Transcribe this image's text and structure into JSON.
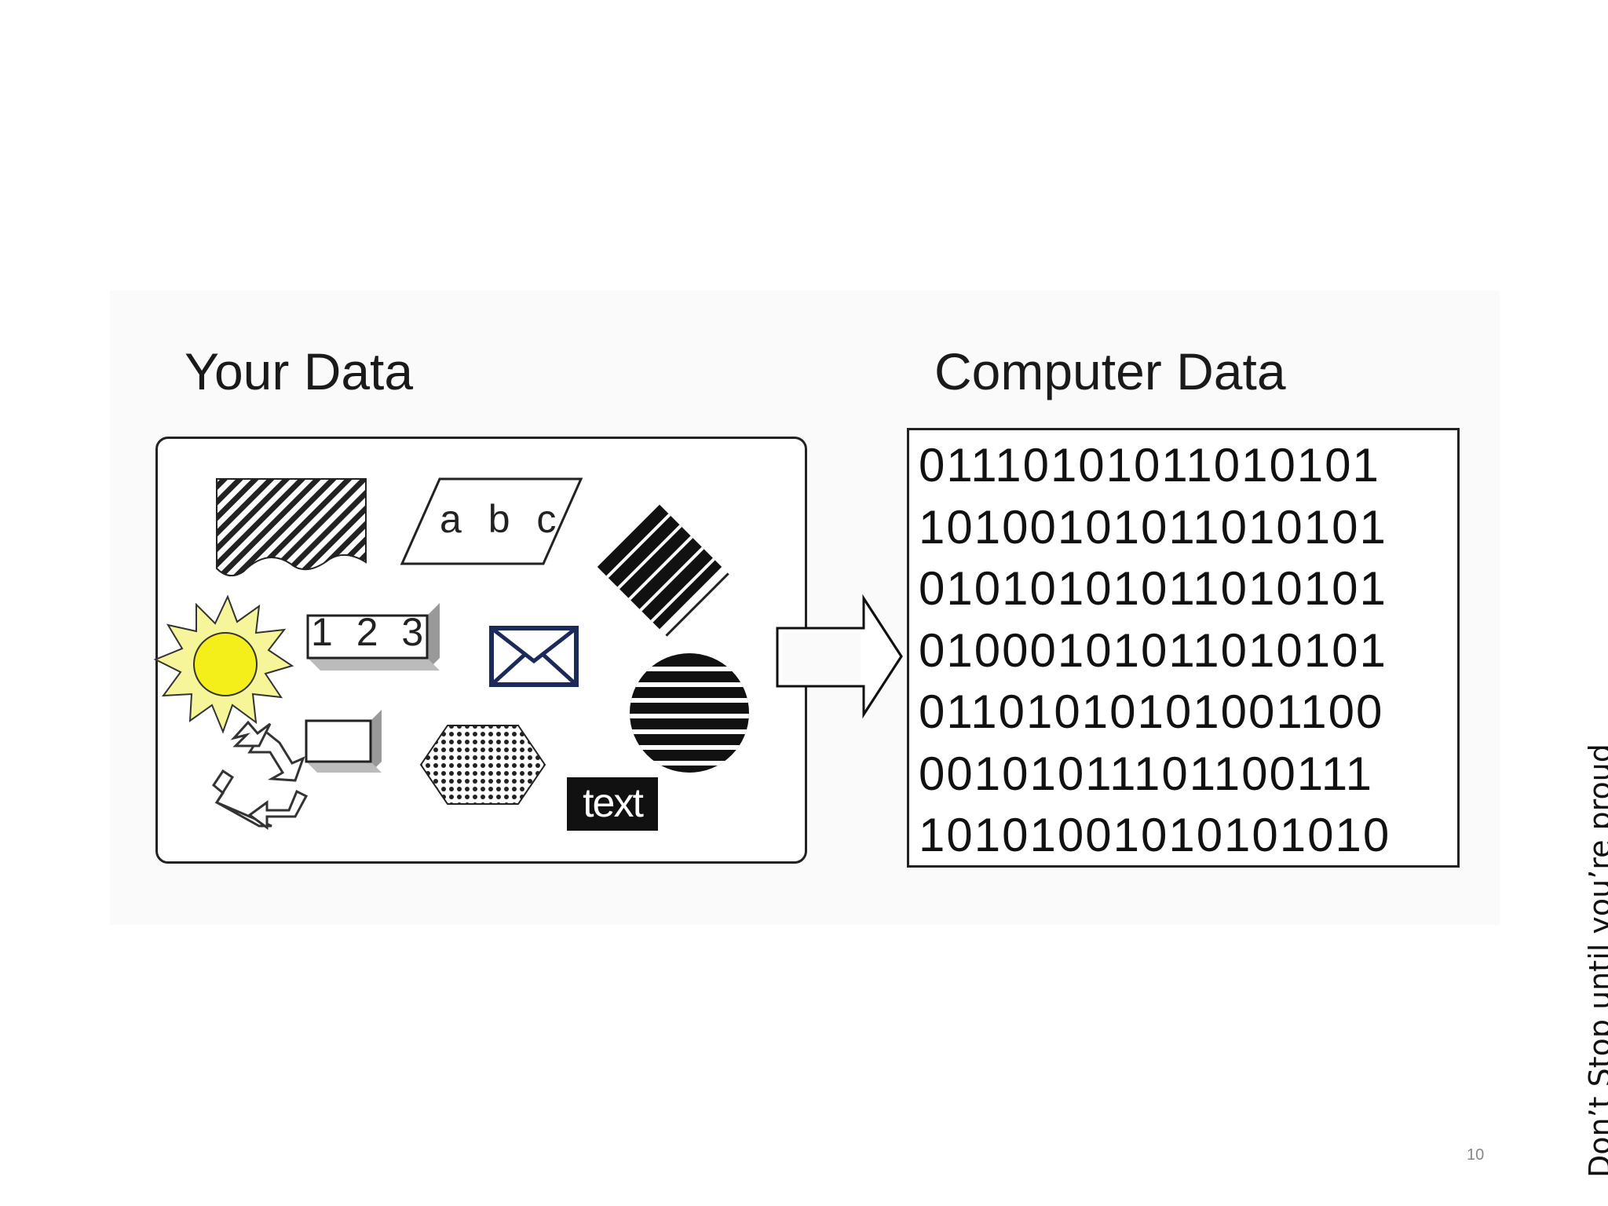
{
  "headings": {
    "left": "Your Data",
    "right": "Computer Data"
  },
  "your_data": {
    "abc_label": "a b c",
    "number_label": "1 2 3",
    "text_badge": "text",
    "icons": [
      "hatched-flag-icon",
      "parallelogram-abc-icon",
      "striped-square-icon",
      "sun-icon",
      "number-block-icon",
      "envelope-icon",
      "striped-circle-icon",
      "small-cube-icon",
      "dotted-hexagon-icon",
      "recycle-icon",
      "text-badge-icon"
    ],
    "sun_color": "#f4ef1a"
  },
  "binary_lines": [
    "01110101011010101",
    "10100101011010101",
    "01010101011010101",
    "01000101011010101",
    "01101010101001100",
    "00101011101100111",
    "10101001010101010"
  ],
  "tagline": "Don’t Stop until you’re proud",
  "page_number": "10"
}
